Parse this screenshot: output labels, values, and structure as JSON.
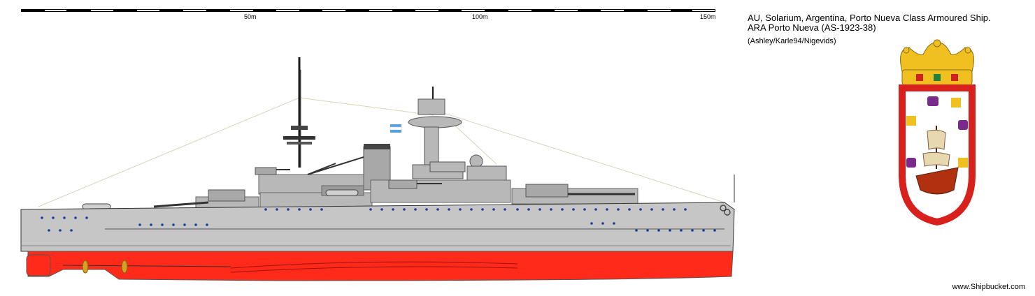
{
  "header": {
    "title_line1": "AU, Solarium, Argentina, Porto Nueva Class Armoured Ship.",
    "title_line2": "ARA Porto Nueva (AS-1923-38)",
    "credits": "(Ashley/Karle94/Nigevids)"
  },
  "scale_bar": {
    "labels": [
      "50m",
      "100m",
      "150m"
    ]
  },
  "footer": {
    "site": "www.Shipbucket.com"
  },
  "colors": {
    "hull_grey": "#c6c6c6",
    "superstructure_grey": "#b4b4b4",
    "antifouling_red": "#ff2a1a",
    "porthole_blue": "#1c3d9a",
    "propeller_gold": "#d8a020",
    "crown_gold": "#f0c020",
    "shield_red": "#d8201c"
  },
  "icons": [
    "coat-of-arms-icon",
    "flag-icon"
  ]
}
